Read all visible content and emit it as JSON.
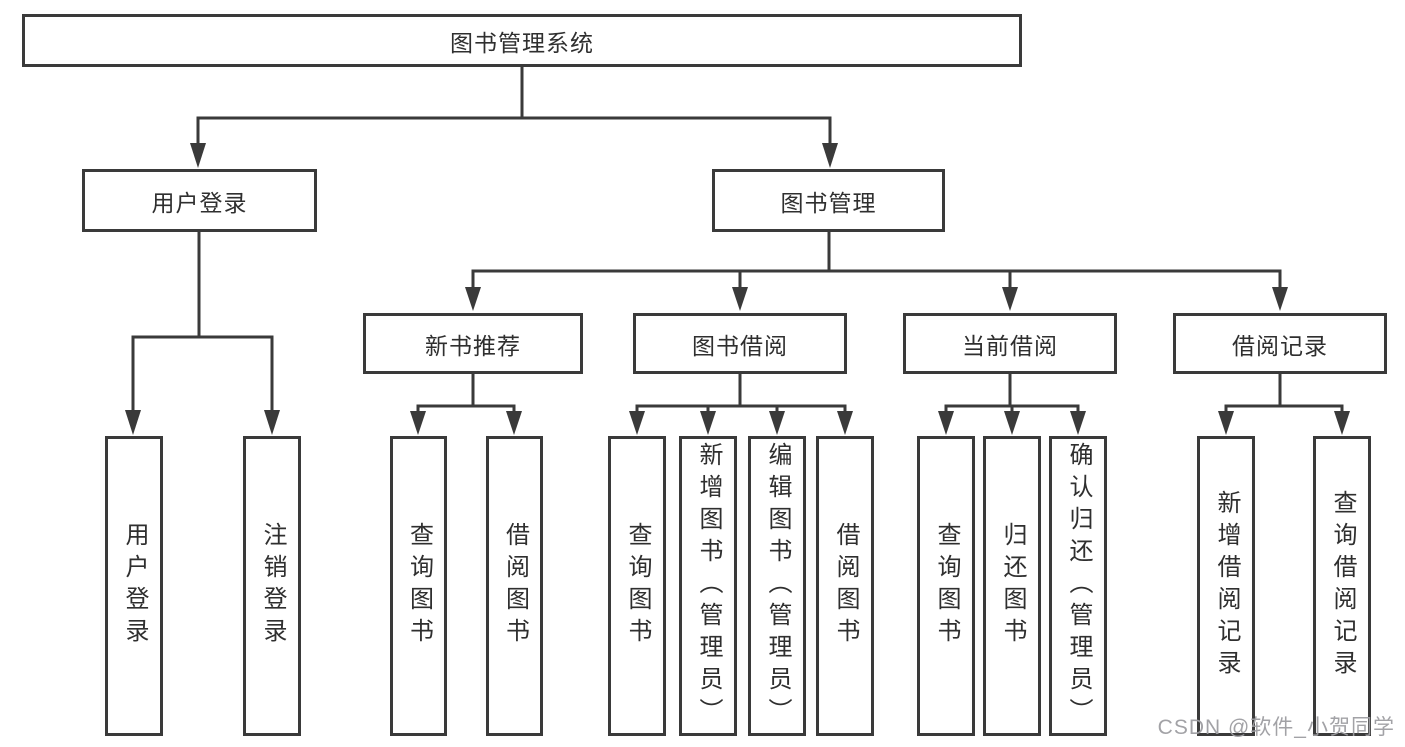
{
  "colors": {
    "line": "#3a3a3a",
    "text": "#2f2f2f",
    "background": "#ffffff",
    "watermark": "#9e9ea2"
  },
  "diagram": {
    "type": "tree",
    "root": {
      "label": "图书管理系统"
    },
    "branches": [
      {
        "label": "用户登录",
        "children": [
          {
            "label": "用户登录"
          },
          {
            "label": "注销登录"
          }
        ]
      },
      {
        "label": "图书管理",
        "children": [
          {
            "label": "新书推荐",
            "children": [
              {
                "label": "查询图书"
              },
              {
                "label": "借阅图书"
              }
            ]
          },
          {
            "label": "图书借阅",
            "children": [
              {
                "label": "查询图书"
              },
              {
                "label": "新增图书（管理员）"
              },
              {
                "label": "编辑图书（管理员）"
              },
              {
                "label": "借阅图书"
              }
            ]
          },
          {
            "label": "当前借阅",
            "children": [
              {
                "label": "查询图书"
              },
              {
                "label": "归还图书"
              },
              {
                "label": "确认归还（管理员）"
              }
            ]
          },
          {
            "label": "借阅记录",
            "children": [
              {
                "label": "新增借阅记录"
              },
              {
                "label": "查询借阅记录"
              }
            ]
          }
        ]
      }
    ]
  },
  "watermark": {
    "text": "CSDN @软件_小贺同学"
  }
}
